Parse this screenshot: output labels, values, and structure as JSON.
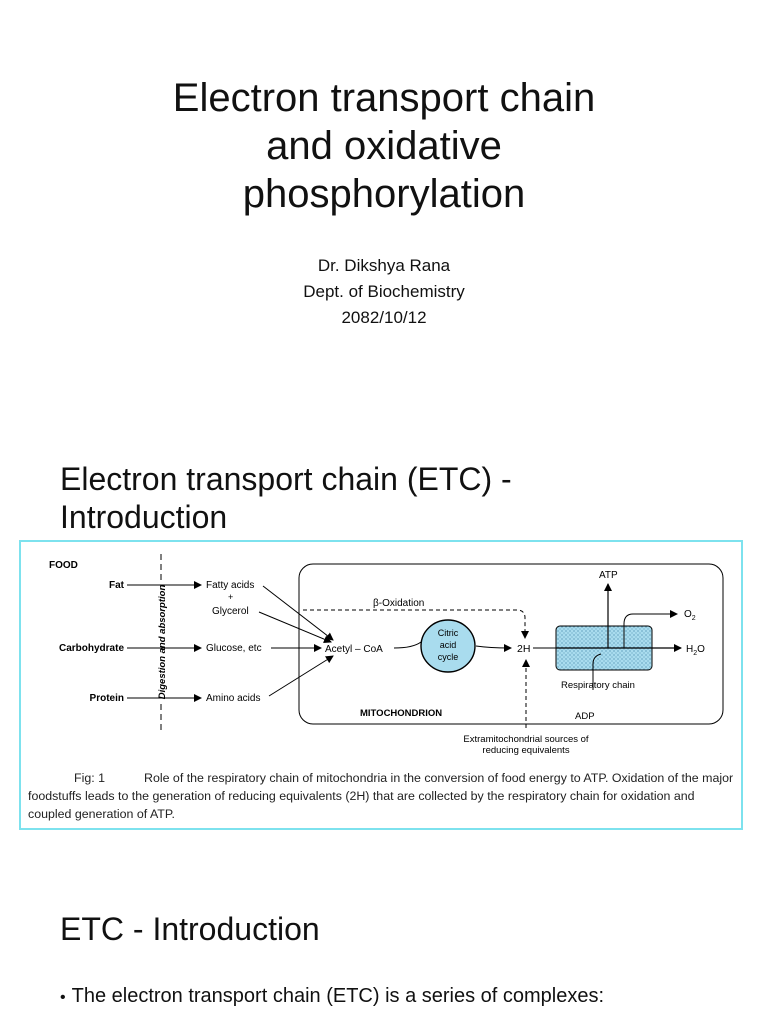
{
  "slide1": {
    "title_lines": [
      "Electron transport chain",
      "and oxidative",
      "phosphorylation"
    ],
    "author": "Dr. Dikshya Rana",
    "department": "Dept. of Biochemistry",
    "date": "2082/10/12"
  },
  "slide2": {
    "title_lines": [
      "Electron transport chain (ETC) -",
      "Introduction"
    ],
    "figure": {
      "food_label": "FOOD",
      "fat": "Fat",
      "carbohydrate": "Carbohydrate",
      "protein": "Protein",
      "digestion_label": "Digestion and absorption",
      "fatty_acids": "Fatty acids",
      "plus": "+",
      "glycerol": "Glycerol",
      "glucose": "Glucose, etc",
      "amino_acids": "Amino acids",
      "beta_oxidation": "β-Oxidation",
      "acetyl_coa": "Acetyl – CoA",
      "citric_lines": [
        "Citric",
        "acid",
        "cycle"
      ],
      "two_h": "2H",
      "atp": "ATP",
      "o2_main": "O",
      "o2_sub": "2",
      "h2o_h": "H",
      "h2o_sub": "2",
      "h2o_o": "O",
      "respiratory_chain": "Respiratory chain",
      "adp": "ADP",
      "mitochondrion": "MITOCHONDRION",
      "extra_lines": [
        "Extramitochondrial sources of",
        "reducing equivalents"
      ]
    },
    "caption_label": "Fig: 1",
    "caption_text": "Role of the respiratory chain of mitochondria in the conversion of food energy to ATP. Oxidation of the major foodstuffs leads to the generation of reducing equivalents (2H) that are collected by the respiratory chain for oxidation and coupled generation of ATP."
  },
  "slide3": {
    "title": "ETC - Introduction",
    "bullet": "The electron transport chain (ETC) is a series of complexes:"
  }
}
